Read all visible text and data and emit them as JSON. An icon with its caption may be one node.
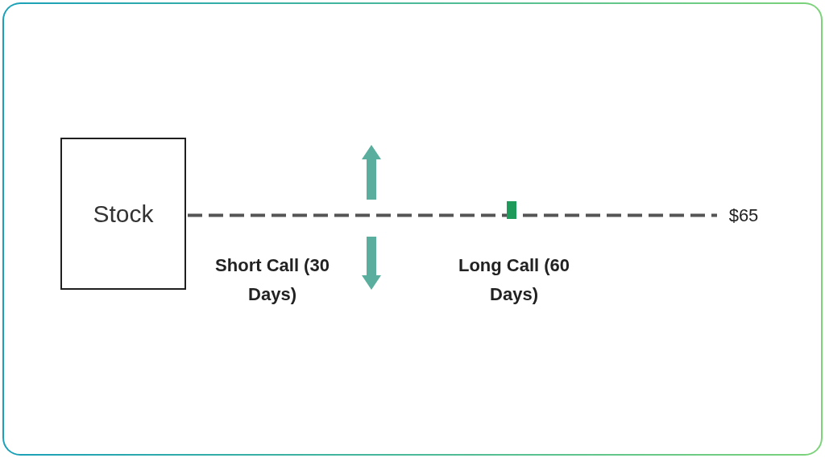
{
  "diagram": {
    "nodes": [
      {
        "text": [
          "Stock"
        ]
      },
      {
        "text": [
          "$65"
        ]
      }
    ],
    "edges": [
      {
        "from": 0,
        "to": 1,
        "arrow": "none",
        "style": "dashed"
      }
    ],
    "labels": [
      "Short Call (30 Days)",
      "Long Call (60 Days)"
    ]
  }
}
